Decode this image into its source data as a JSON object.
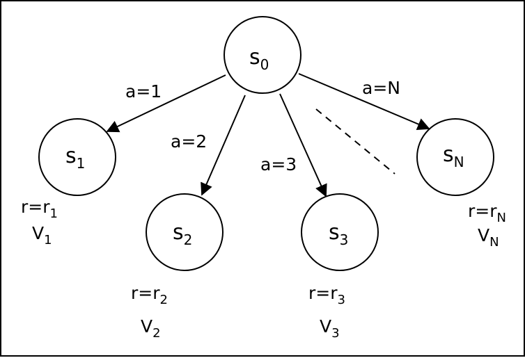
{
  "nodes": {
    "root": {
      "base": "s",
      "sub": "0"
    },
    "child1": {
      "base": "s",
      "sub": "1",
      "reward_base": "r=r",
      "reward_sub": "1",
      "value_base": "V",
      "value_sub": "1"
    },
    "child2": {
      "base": "s",
      "sub": "2",
      "reward_base": "r=r",
      "reward_sub": "2",
      "value_base": "V",
      "value_sub": "2"
    },
    "child3": {
      "base": "s",
      "sub": "3",
      "reward_base": "r=r",
      "reward_sub": "3",
      "value_base": "V",
      "value_sub": "3"
    },
    "childN": {
      "base": "s",
      "sub": "N",
      "reward_base": "r=r",
      "reward_sub": "N",
      "value_base": "V",
      "value_sub": "N"
    }
  },
  "edges": {
    "a1": "a=1",
    "a2": "a=2",
    "a3": "a=3",
    "aN": "a=N"
  }
}
